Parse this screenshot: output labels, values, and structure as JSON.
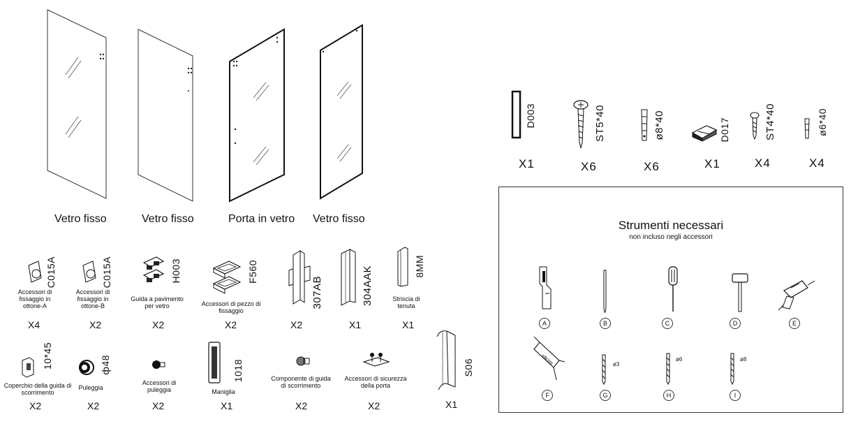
{
  "panels": [
    {
      "label": "Vetro fisso"
    },
    {
      "label": "Vetro fisso"
    },
    {
      "label": "Porta in vetro"
    },
    {
      "label": "Vetro fisso"
    }
  ],
  "hardware": [
    {
      "code": "D003",
      "qty": "X1"
    },
    {
      "code": "ST5*40",
      "qty": "X6"
    },
    {
      "code": "ø8*40",
      "qty": "X6"
    },
    {
      "code": "D017",
      "qty": "X1"
    },
    {
      "code": "ST4*40",
      "qty": "X4"
    },
    {
      "code": "ø6*40",
      "qty": "X4"
    }
  ],
  "accessories_row1": [
    {
      "code": "C015A",
      "label": "Accessori di fissaggio in ottone-A",
      "qty": "X4"
    },
    {
      "code": "C015A",
      "label": "Accessori di fissaggio in ottone-B",
      "qty": "X2"
    },
    {
      "code": "H003",
      "label": "Guida a pavimento per vetro",
      "qty": "X2"
    },
    {
      "code": "F560",
      "label": "Accessori di pezzo di fissaggio",
      "qty": "X2"
    },
    {
      "code": "307AB",
      "label": "",
      "qty": "X2"
    },
    {
      "code": "304AAK",
      "label": "",
      "qty": "X1"
    },
    {
      "code": "8MM",
      "label": "Striscia di tenuta",
      "qty": "X1"
    }
  ],
  "accessories_row2": [
    {
      "code": "10*45",
      "label": "Coperchio della guida di scorrimento",
      "qty": "X2"
    },
    {
      "code": "ф48",
      "label": "Puleggia",
      "qty": "X2"
    },
    {
      "code": "",
      "label": "Accessori di puleggia",
      "qty": "X2"
    },
    {
      "code": "1018",
      "label": "Maniglia",
      "qty": "X1"
    },
    {
      "code": "",
      "label": "Componente di guida di scorrimento",
      "qty": "X2"
    },
    {
      "code": "",
      "label": "Accessori di sicurezza della porta",
      "qty": "X2"
    },
    {
      "code": "S06",
      "label": "",
      "qty": "X1"
    }
  ],
  "tools": {
    "title": "Strumenti necessari",
    "subtitle": "non incluso negli accessori",
    "letters": [
      "A",
      "B",
      "C",
      "D",
      "E",
      "F",
      "G",
      "H",
      "I"
    ],
    "drill_sizes": [
      "ø3",
      "ø6",
      "ø8"
    ],
    "silicone_text": "silicon"
  }
}
